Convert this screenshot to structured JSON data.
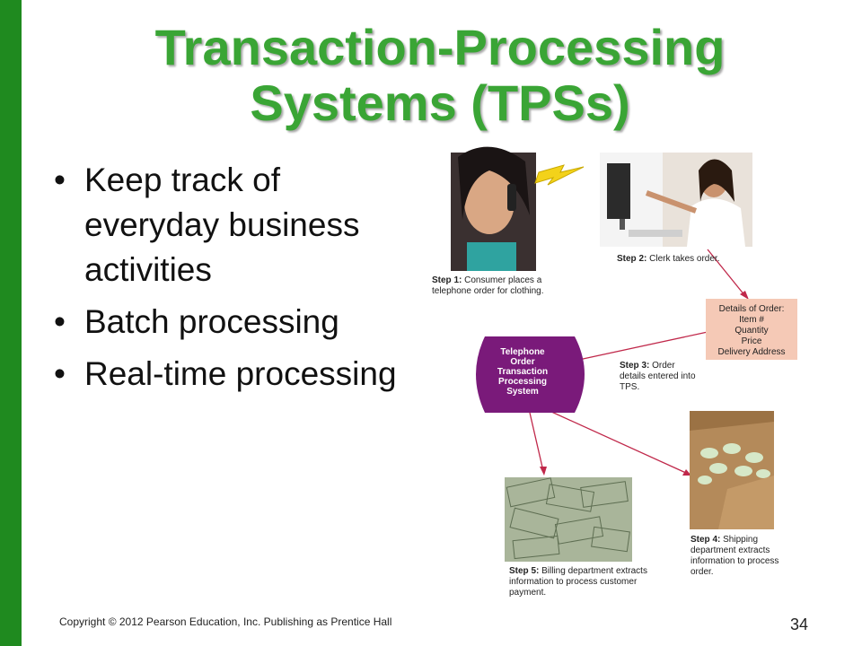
{
  "title_line1": "Transaction-Processing",
  "title_line2": "Systems (TPSs)",
  "bullets": [
    "Keep track of everyday business activities",
    "Batch processing",
    "Real-time processing"
  ],
  "diagram": {
    "step1_bold": "Step 1:",
    "step1_text": " Consumer places a telephone order for clothing.",
    "step2_bold": "Step 2:",
    "step2_text": " Clerk takes order.",
    "order_details": [
      "Details of Order:",
      "Item #",
      "Quantity",
      "Price",
      "Delivery Address"
    ],
    "tps_label": [
      "Telephone",
      "Order",
      "Transaction",
      "Processing",
      "System"
    ],
    "step3_bold": "Step 3:",
    "step3_text": " Order details entered into TPS.",
    "step4_bold": "Step 4:",
    "step4_text": " Shipping department extracts information to process order.",
    "step5_bold": "Step 5:",
    "step5_text": " Billing department extracts information to process customer payment."
  },
  "footer": "Copyright © 2012 Pearson Education, Inc. Publishing as Prentice Hall",
  "page_number": "34",
  "colors": {
    "accent_bar": "#1f8a1f",
    "title": "#3aa535",
    "tps": "#7a1a7a",
    "arrow": "#c0284a"
  }
}
